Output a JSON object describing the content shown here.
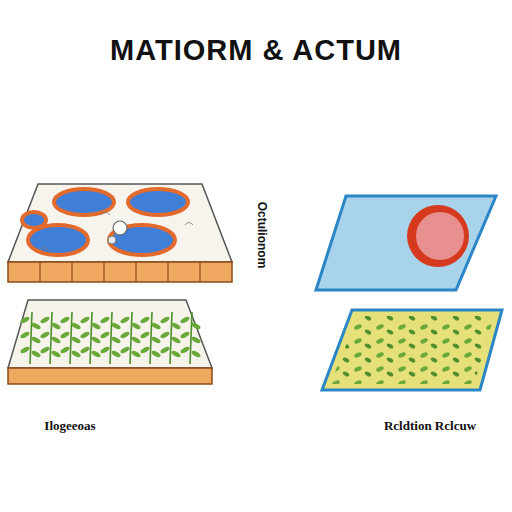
{
  "diagram": {
    "title": "MATIORM & ACTUM",
    "labels": [
      "Octulionom",
      "Ilogeeoas",
      "Rcldtion Rclcuw"
    ]
  }
}
